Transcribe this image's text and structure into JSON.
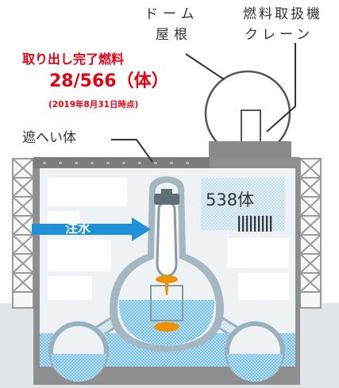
{
  "labels": {
    "dome_roof": [
      "ドーム",
      "屋根"
    ],
    "fuel_crane": [
      "燃料取扱機",
      "クレーン"
    ],
    "removed_fuel_title": "取り出し完了燃料",
    "removed_fuel_count": "28/566（体）",
    "removed_fuel_date": "(2019年8月31日時点)",
    "shield_body": "遮へい体",
    "pool_remaining": "538体",
    "water_injection": "注水"
  },
  "colors": {
    "accent_red": "#e60012",
    "arrow_blue": "#1f8fd6",
    "water_blue": "#a9d8ee",
    "building_gray": "#888888",
    "fuel_orange": "#f29100"
  }
}
